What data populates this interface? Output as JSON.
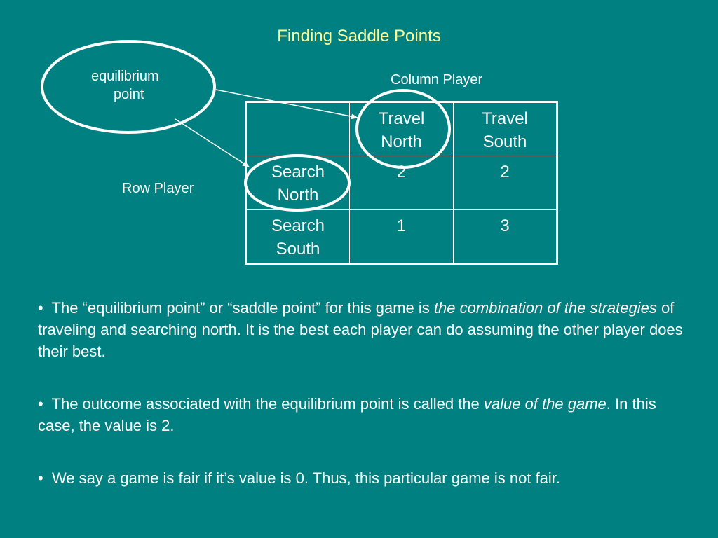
{
  "title": "Finding Saddle Points",
  "callout": {
    "line1": "equilibrium",
    "line2": "point"
  },
  "column_player_label": "Column Player",
  "row_player_label": "Row Player",
  "matrix": {
    "col_headers": [
      {
        "line1": "Travel",
        "line2": "North"
      },
      {
        "line1": "Travel",
        "line2": "South"
      }
    ],
    "rows": [
      {
        "line1": "Search",
        "line2": "North",
        "values": [
          "2",
          "2"
        ]
      },
      {
        "line1": "Search",
        "line2": "South",
        "values": [
          "1",
          "3"
        ]
      }
    ]
  },
  "bullets": [
    {
      "marker": "•",
      "p1": "The “equilibrium point” or “saddle point” for this game is ",
      "em1": "the combination of the strategies",
      "p2": " of traveling and searching north.  It is the best each player can do assuming the other player does their best."
    },
    {
      "marker": "•",
      "p1": "The outcome associated with the equilibrium point is called the ",
      "em1": "value of the game",
      "p2": ".  In this case, the value is 2."
    },
    {
      "marker": "•",
      "p1": "We say a game is fair if it’s value is 0.  Thus, this particular game is not fair."
    }
  ],
  "colors": {
    "background": "#008080",
    "title": "#ffff99",
    "text": "#ffffff"
  }
}
